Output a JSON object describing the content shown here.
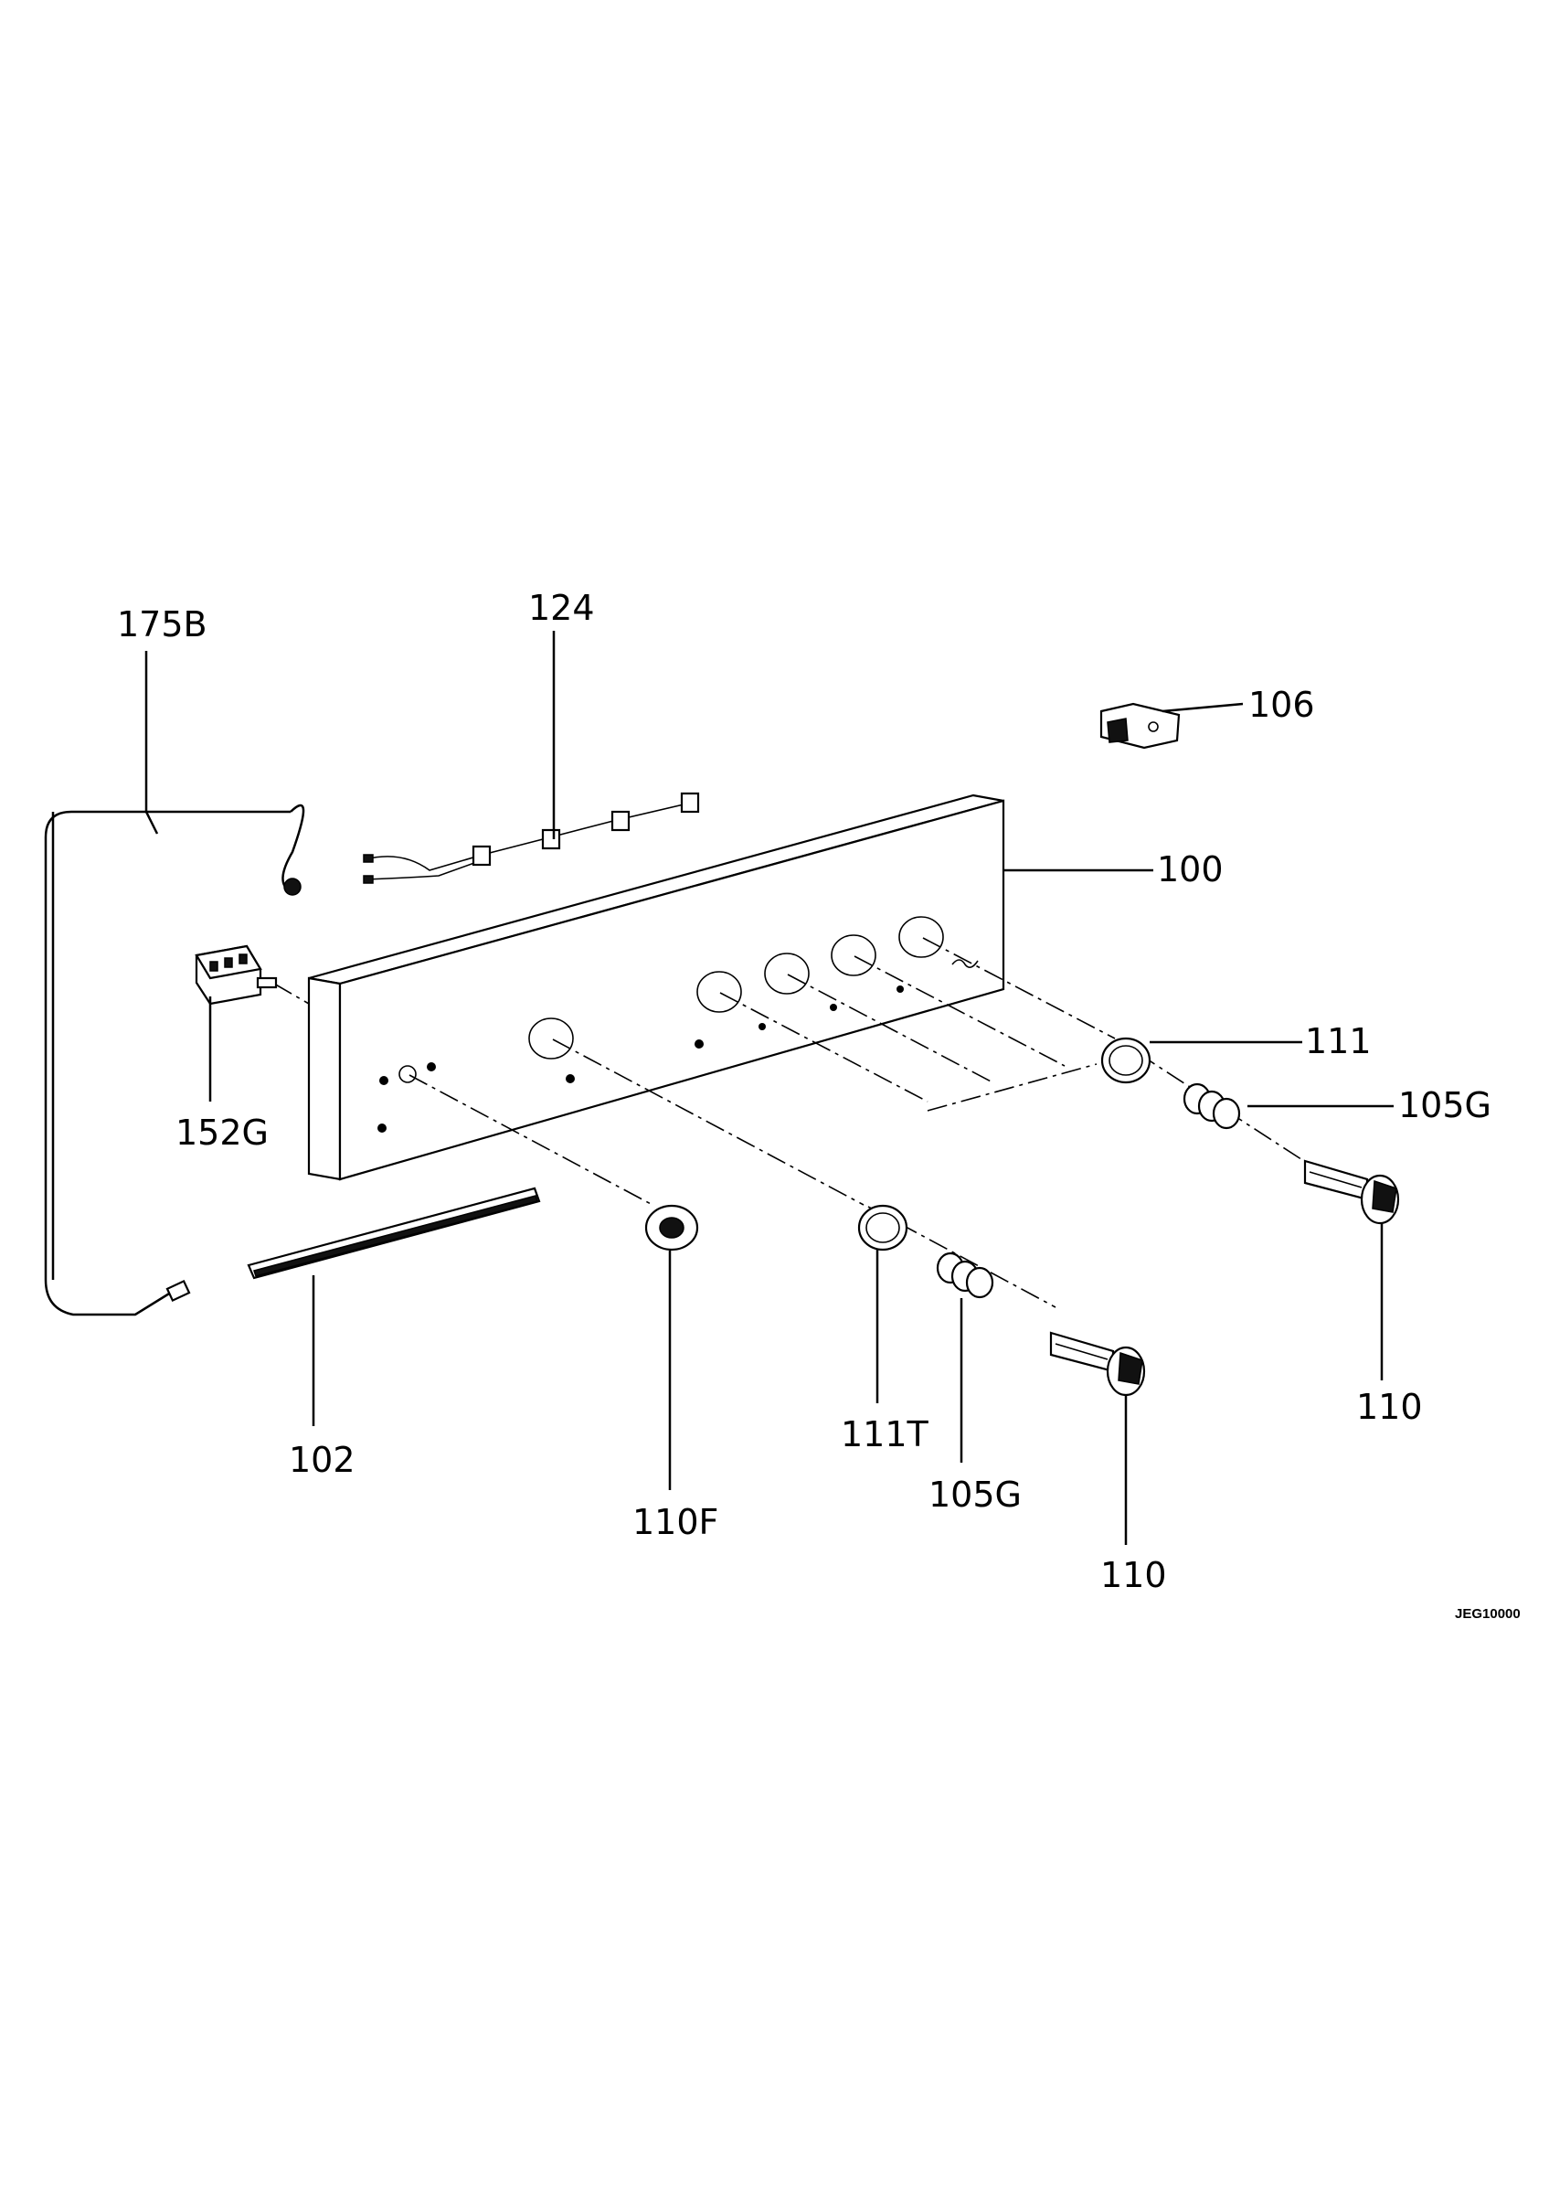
{
  "drawing_code": "JEG10000",
  "labels": {
    "l175B": "175B",
    "l124": "124",
    "l106": "106",
    "l100": "100",
    "l111": "111",
    "l105G_right": "105G",
    "l152G": "152G",
    "l110_right": "110",
    "l102": "102",
    "l111T": "111T",
    "l110F": "110F",
    "l105G_center": "105G",
    "l110_center": "110"
  }
}
